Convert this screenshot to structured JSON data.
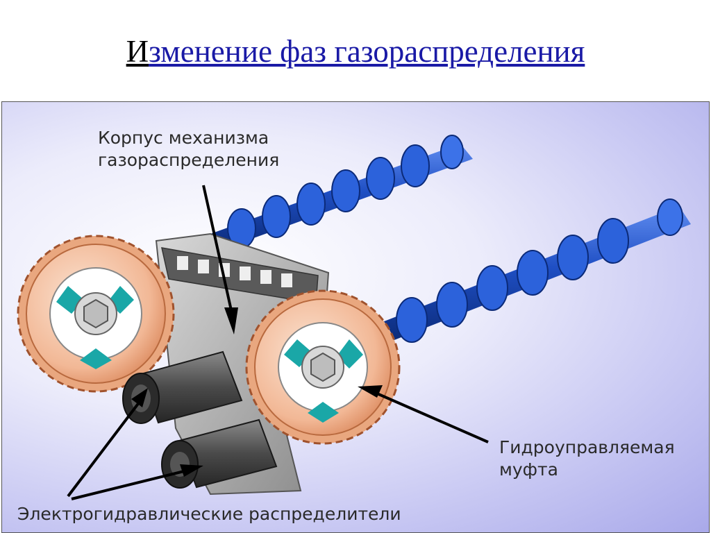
{
  "title": {
    "first_letter": "И",
    "rest": "зменение фаз газораспределения"
  },
  "labels": {
    "housing_line1": "Корпус механизма",
    "housing_line2": "газораспределения",
    "coupling_line1": "Гидроуправляемая",
    "coupling_line2": "муфта",
    "distributors": "Электрогидравлические распределители"
  },
  "colors": {
    "title_link": "#1a1aa6",
    "camshaft": "#1f4fc4",
    "gear": "#e9a77f",
    "background": "#c9c9f3",
    "housing": "#8a8a8a",
    "valve": "#4a4a4a"
  }
}
